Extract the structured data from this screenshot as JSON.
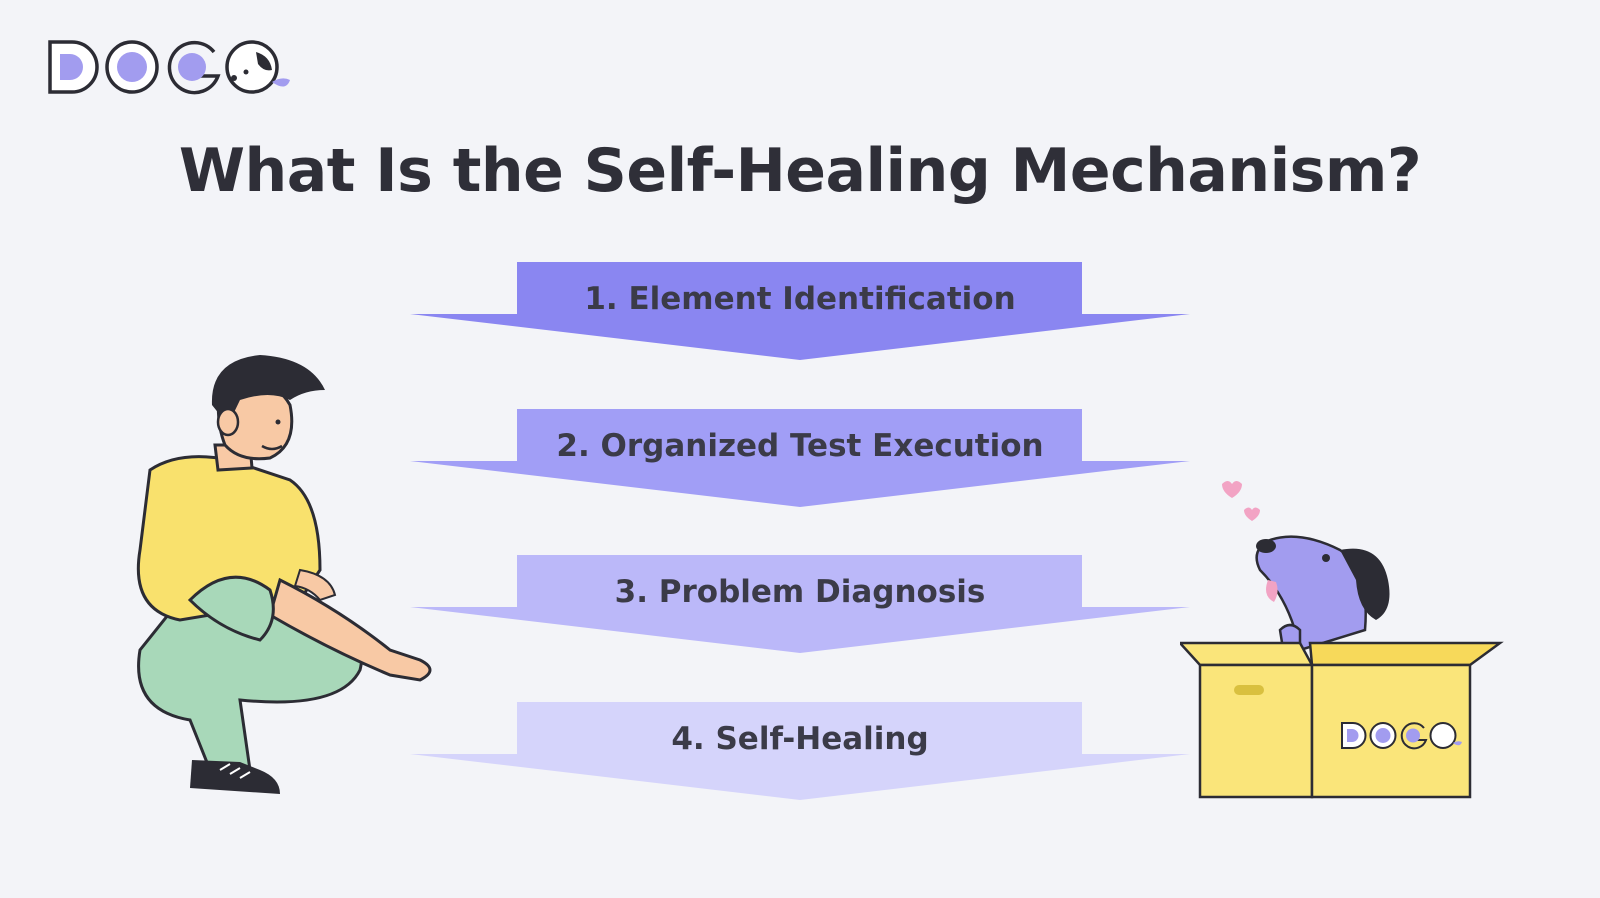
{
  "brand": {
    "logo_text": "DOGQ"
  },
  "title": "What Is the Self-Healing Mechanism?",
  "colors": {
    "step1": "#8a86f1",
    "step2": "#a19ef6",
    "step3": "#bbb8f9",
    "step4": "#d5d4fb",
    "text_dark": "#2f2f38",
    "box_yellow": "#fae57a",
    "dog_purple": "#a29cef"
  },
  "steps": [
    {
      "label": "1. Element Identification"
    },
    {
      "label": "2. Organized Test Execution"
    },
    {
      "label": "3. Problem Diagnosis"
    },
    {
      "label": "4. Self-Healing"
    }
  ],
  "illustrations": {
    "left": "crouching-person",
    "right": "dog-in-box",
    "box_logo_text": "DOGQ"
  }
}
